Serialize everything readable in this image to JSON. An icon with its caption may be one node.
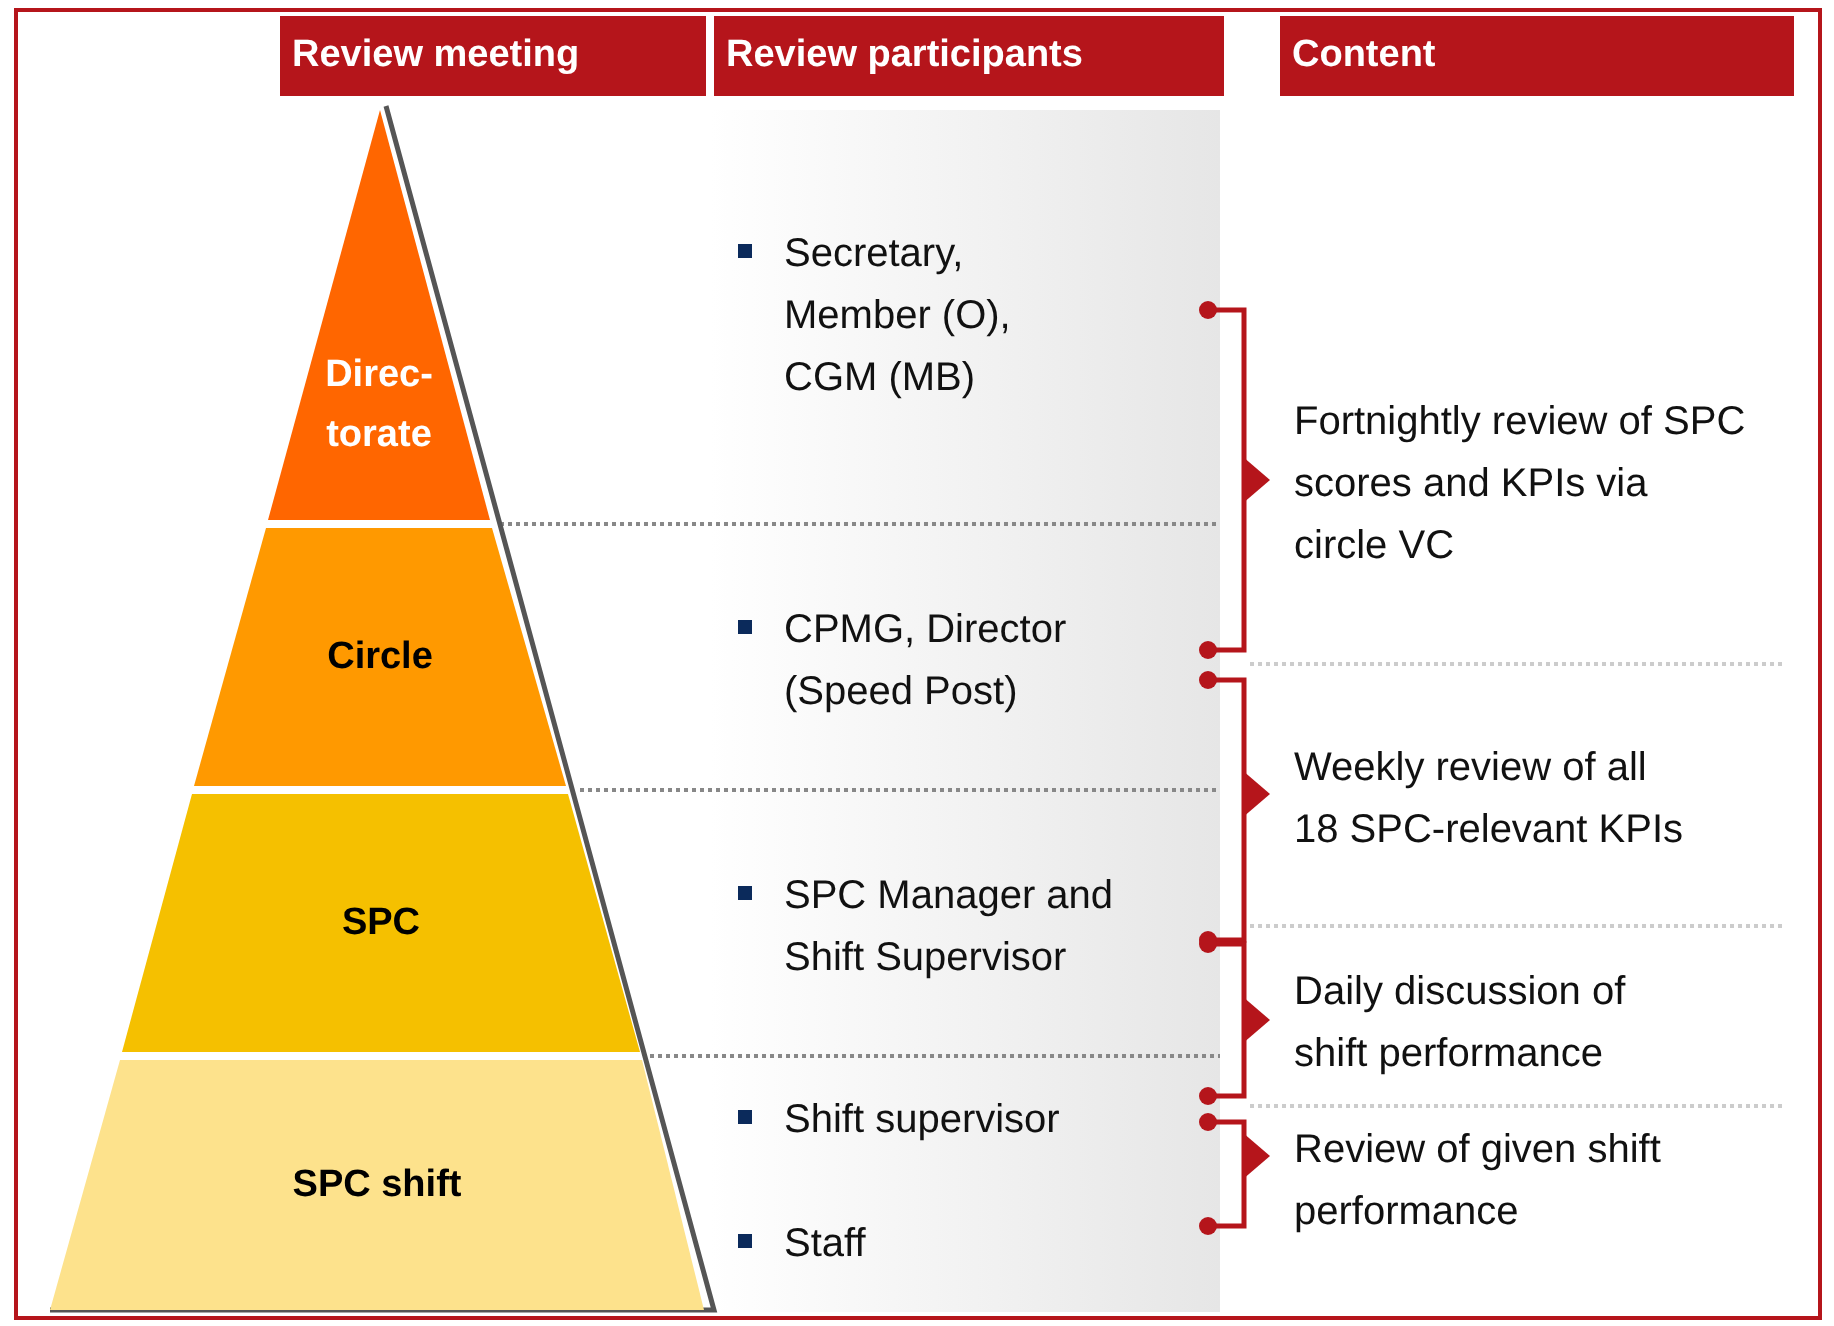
{
  "diagram": {
    "nodes": [
      {
        "text": [
          "Review meeting"
        ]
      },
      {
        "text": [
          "Review participants"
        ]
      },
      {
        "text": [
          "Content"
        ]
      },
      {
        "text": [
          "Direc- torate"
        ]
      },
      {
        "text": [
          "Circle"
        ]
      },
      {
        "text": [
          "SPC"
        ]
      },
      {
        "text": [
          "SPC shift"
        ]
      }
    ],
    "labels": [
      "Secretary, Member (O), CGM (MB)",
      "Fortnightly review of SPC scores and KPIs via circle VC",
      "CPMG, Director (Speed Post)",
      "Weekly review of all 18 SPC-relevant KPIs",
      "SPC Manager and Shift Supervisor",
      "Daily discussion of shift performance",
      "Shift supervisor",
      "Review of given shift performance",
      "Staff"
    ]
  }
}
